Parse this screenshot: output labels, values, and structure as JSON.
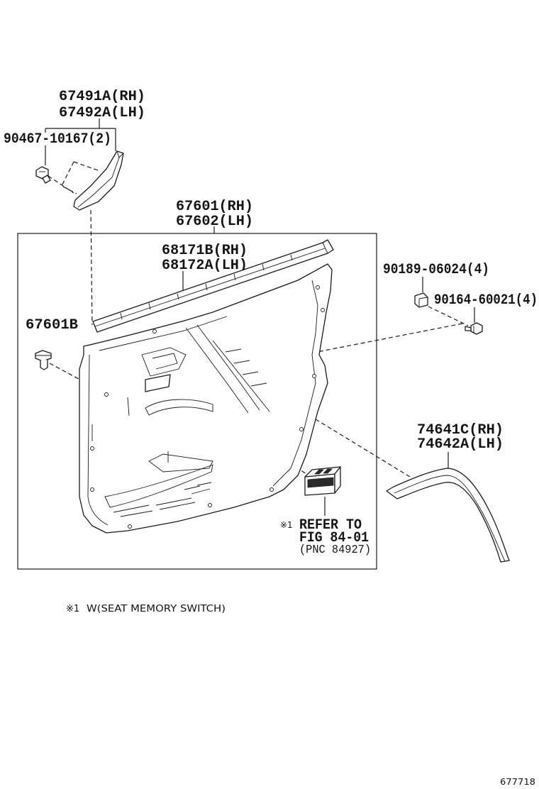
{
  "labels": {
    "garnish": {
      "rh": "67491A(RH)",
      "lh": "67492A(LH)"
    },
    "garnish_screw": "90467-10167(2)",
    "door_trim": {
      "rh": "67601(RH)",
      "lh": "67602(LH)"
    },
    "weatherstrip": {
      "rh": "68171B(RH)",
      "lh": "68172A(LH)"
    },
    "clip_upper": "90189-06024(4)",
    "screw_upper": "90164-60021(4)",
    "trim_clip": "67601B",
    "armrest_molding": {
      "rh": "74641C(RH)",
      "lh": "74642A(LH)"
    },
    "refer": {
      "mark": "※1",
      "line1": "REFER TO",
      "line2": "FIG 84-01",
      "line3": "(PNC 84927)"
    }
  },
  "footnote": {
    "mark": "※1",
    "text": "W(SEAT MEMORY SWITCH)"
  },
  "figure_id": "677718"
}
